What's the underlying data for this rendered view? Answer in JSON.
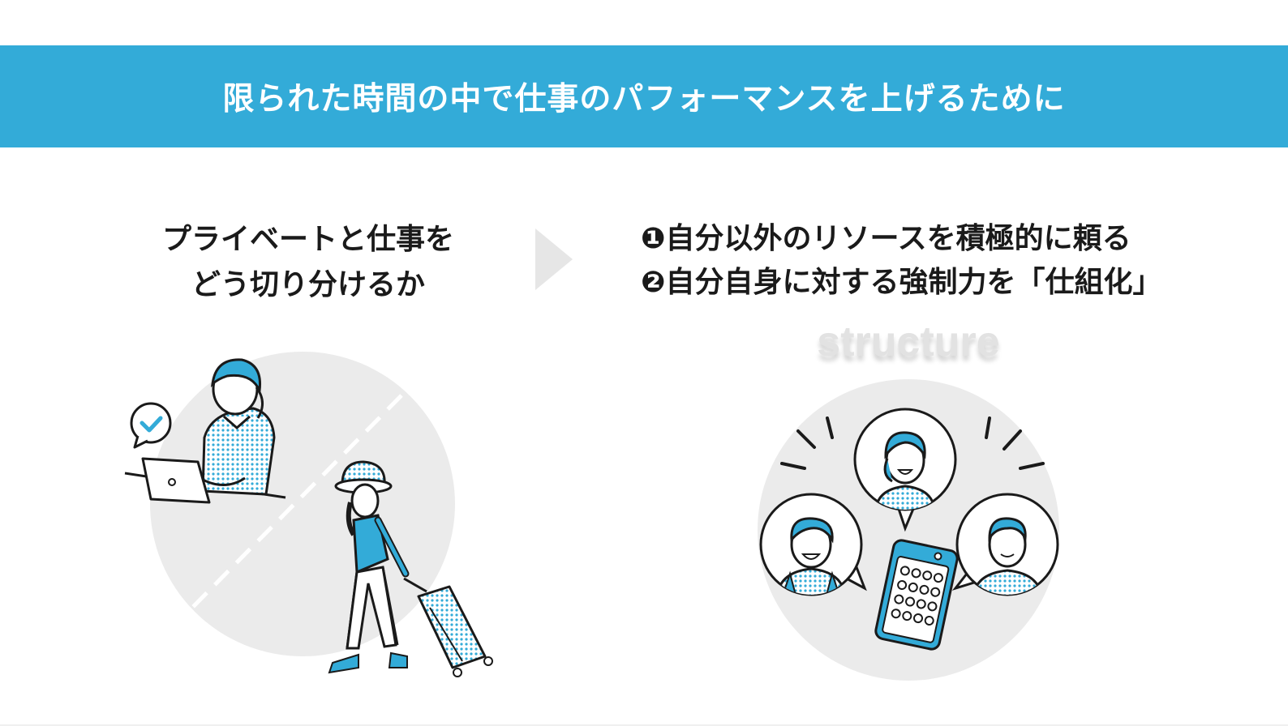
{
  "banner": {
    "title": "限られた時間の中で仕事のパフォーマンスを上げるために"
  },
  "left": {
    "heading_line1": "プライベートと仕事を",
    "heading_line2": "どう切り分けるか"
  },
  "right": {
    "item1": "❶自分以外のリソースを積極的に頼る",
    "item2": "❷自分自身に対する強制力を「仕組化」",
    "illustration_word": "structure"
  },
  "colors": {
    "banner": "#33abd8",
    "accent_blue": "#33abd8",
    "circle_gray": "#ebebeb",
    "arrow_gray": "#e6e6e6",
    "text": "#1a1a1a"
  },
  "icons": [
    "chevron-right-arrow",
    "check-speech-bubble-icon",
    "laptop-icon",
    "smartphone-icon"
  ]
}
